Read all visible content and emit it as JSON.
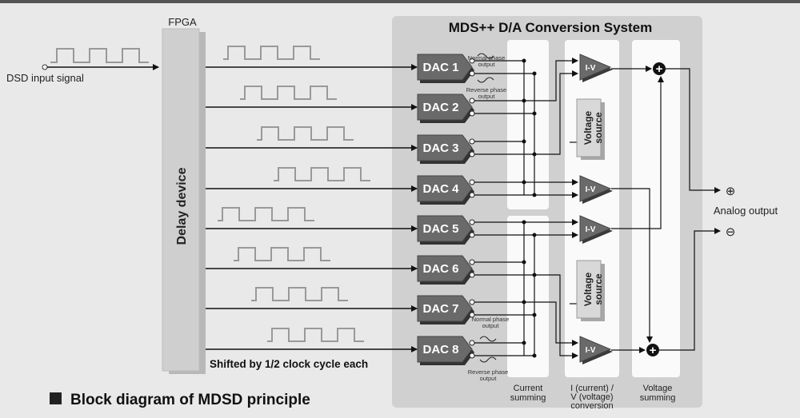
{
  "title": "MDS++ D/A Conversion System",
  "fpga_label": "FPGA",
  "delay_label": "Delay device",
  "input_label": "DSD input signal",
  "shift_label": "Shifted by 1/2 clock cycle each",
  "caption": "Block diagram of MDSD principle",
  "dacs": [
    "DAC 1",
    "DAC 2",
    "DAC 3",
    "DAC 4",
    "DAC 5",
    "DAC 6",
    "DAC 7",
    "DAC 8"
  ],
  "iv_label": "I-V",
  "voltage_source": "Voltage source",
  "normal_phase": "Normal phase output",
  "reverse_phase": "Reverse phase output",
  "current_summing": "Current summing",
  "iv_conversion": "I (current) / V (voltage) conversion",
  "voltage_summing": "Voltage summing",
  "analog_output": "Analog output",
  "plus": "⊕",
  "minus": "⊖",
  "plus_sign": "+"
}
